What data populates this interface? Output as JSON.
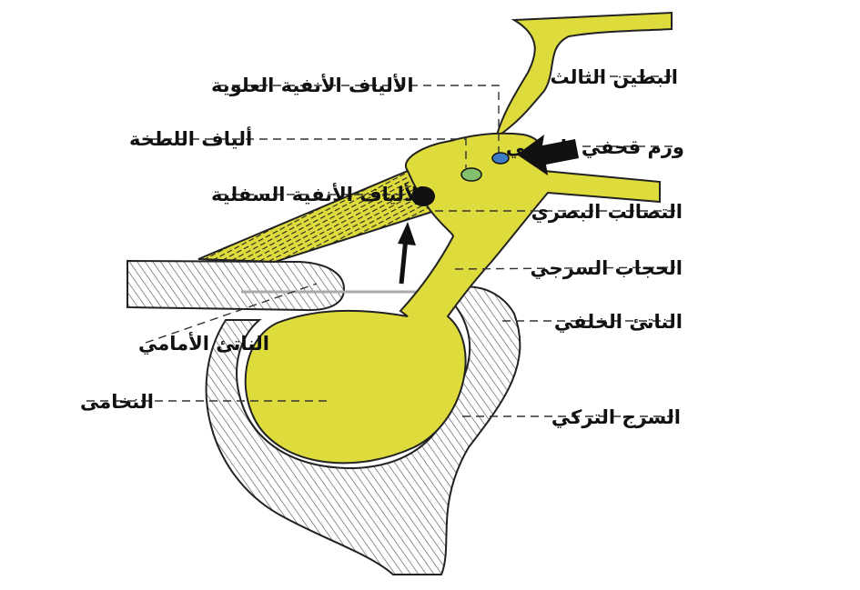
{
  "labels": {
    "superior_nasal_fibers": "الألياف الأنفية العلوية",
    "macular_fibers": "ألياف اللطخة",
    "inferior_nasal_fibers": "الألياف الأنفية السفلية",
    "anterior_clinoid": "الناتئ الأمامي",
    "pituitary": "النخامى",
    "third_ventricle": "البطين الثالث",
    "craniopharyngioma": "ورم قحفي بلعومي",
    "optic_chiasm": "التصالب البصري",
    "diaphragma_sellae": "الحجاب السرجي",
    "posterior_clinoid": "الناتئ الخلفي",
    "sella_turcica": "السرج التركي"
  },
  "colors": {
    "neural_tissue": "#dedc3c",
    "superior_nasal_fibers_dot": "#3b7cc4",
    "macular_fibers_dot": "#82c06e",
    "inferior_nasal_fibers_dot": "#111111",
    "bone_hatch": "#555555",
    "arrow": "#111111"
  }
}
